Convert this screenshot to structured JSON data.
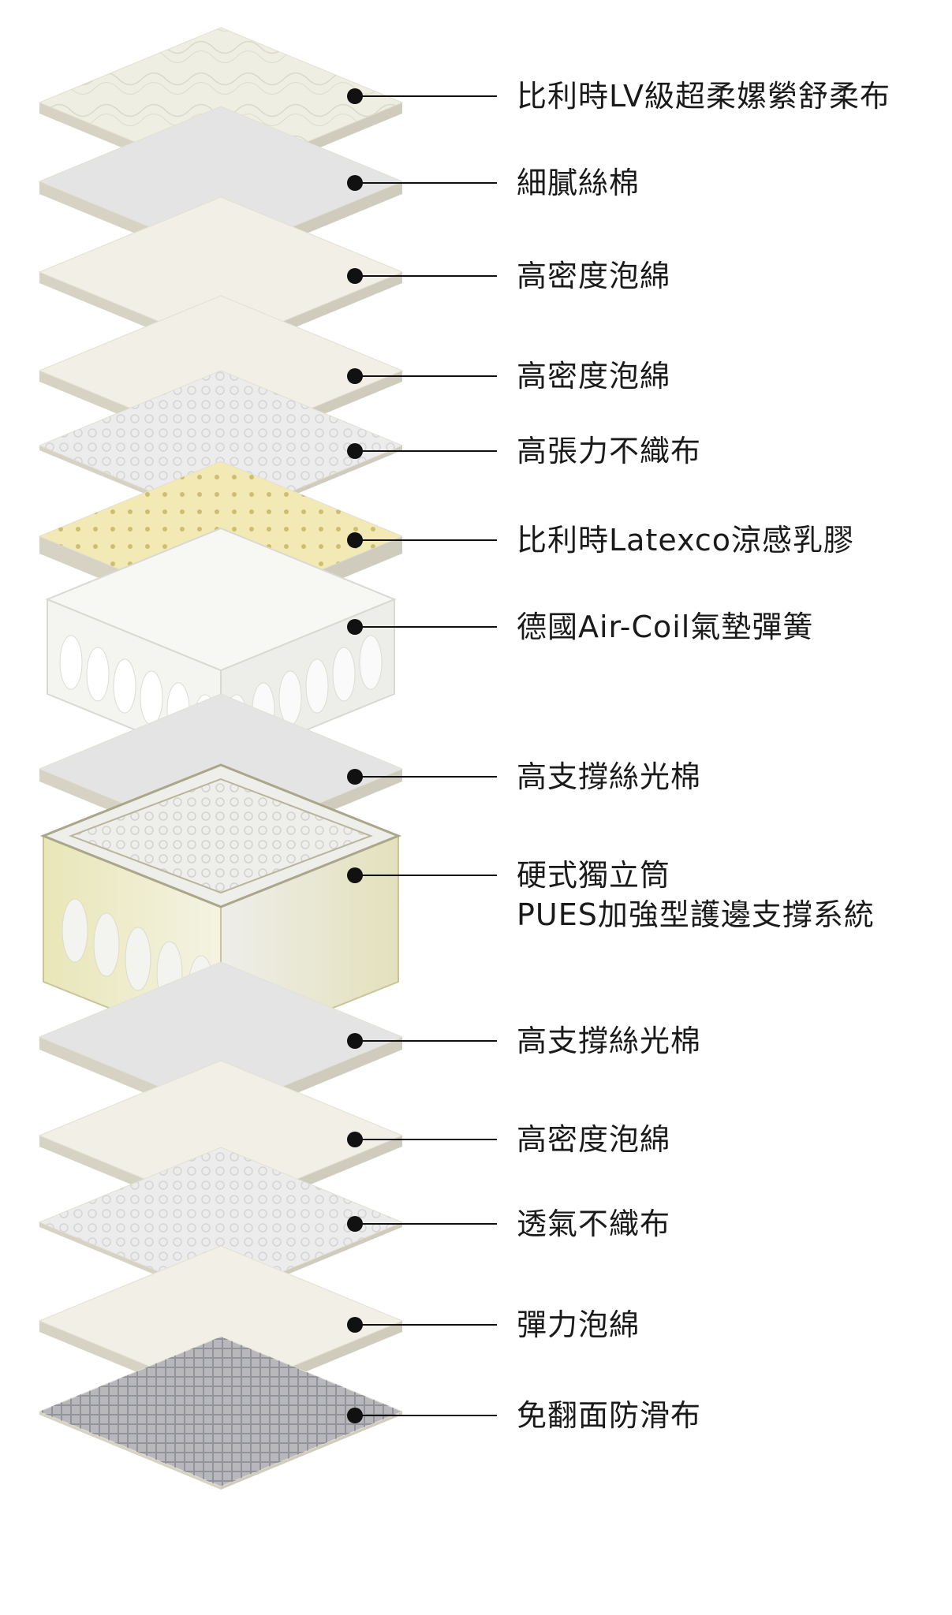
{
  "layers": [
    {
      "id": "top-fabric",
      "kind": "fabric",
      "labels": [
        "比利時LV級超柔嫘縈舒柔布"
      ]
    },
    {
      "id": "fine-fiber",
      "kind": "fiber",
      "labels": [
        "細膩絲棉"
      ]
    },
    {
      "id": "hd-foam-1",
      "kind": "foam",
      "labels": [
        "高密度泡綿"
      ]
    },
    {
      "id": "hd-foam-2",
      "kind": "foam",
      "labels": [
        "高密度泡綿"
      ]
    },
    {
      "id": "nonwoven-1",
      "kind": "nonwoven",
      "labels": [
        "高張力不織布"
      ]
    },
    {
      "id": "latex",
      "kind": "latex",
      "labels": [
        "比利時Latexco涼感乳膠"
      ]
    },
    {
      "id": "air-coil",
      "kind": "coil",
      "labels": [
        "德國Air-Coil氣墊彈簧"
      ]
    },
    {
      "id": "support-fiber-1",
      "kind": "fiber",
      "labels": [
        "高支撐絲光棉"
      ]
    },
    {
      "id": "pocket-spring",
      "kind": "box",
      "labels": [
        "硬式獨立筒",
        "PUES加強型護邊支撐系統"
      ]
    },
    {
      "id": "support-fiber-2",
      "kind": "fiber",
      "labels": [
        "高支撐絲光棉"
      ]
    },
    {
      "id": "hd-foam-3",
      "kind": "foam",
      "labels": [
        "高密度泡綿"
      ]
    },
    {
      "id": "breathable-nonwoven",
      "kind": "nonwoven",
      "labels": [
        "透氣不織布"
      ]
    },
    {
      "id": "elastic-foam",
      "kind": "foam",
      "labels": [
        "彈力泡綿"
      ]
    },
    {
      "id": "anti-slip",
      "kind": "antislip",
      "labels": [
        "免翻面防滑布"
      ]
    }
  ],
  "colors": {
    "fabric": "#efeee2",
    "fiber": "#e4e4e4",
    "foam": "#f2f0e6",
    "nonwoven": "#ececec",
    "latex": "#f3e9b4",
    "coil": "#f7f7f4",
    "box": "#e8e6c6",
    "antislip": "#b8b8bc",
    "edge": "#d6d3c4",
    "line": "#111111"
  }
}
